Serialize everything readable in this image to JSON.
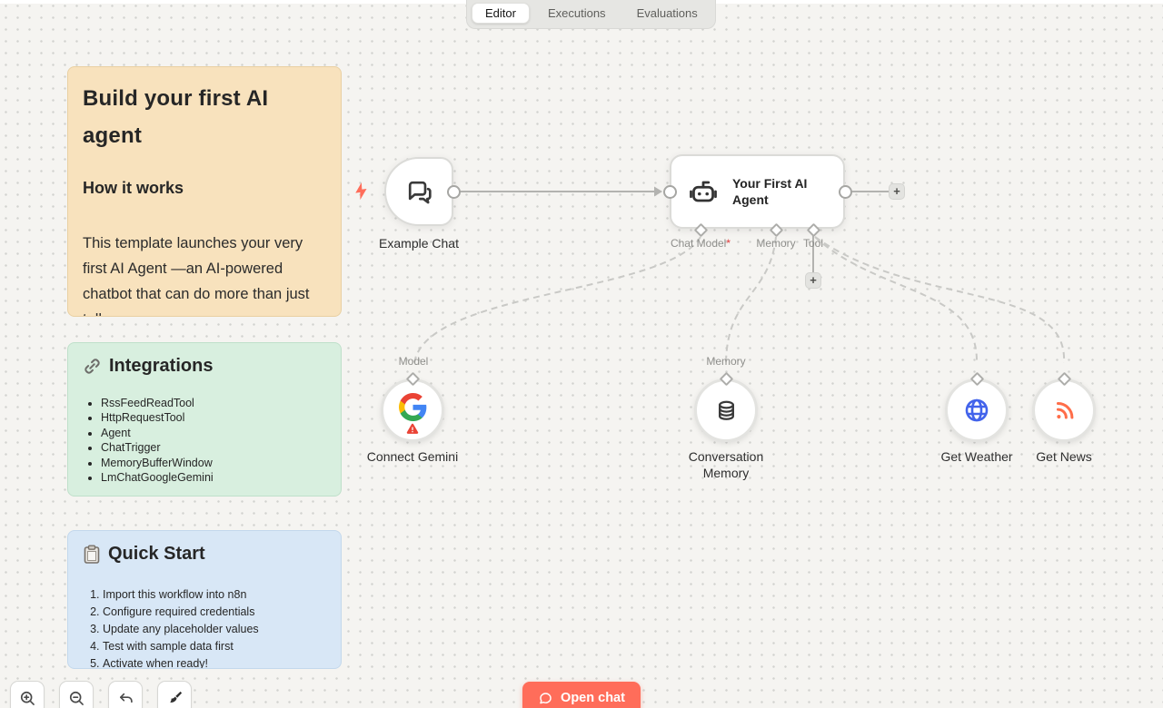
{
  "header": {
    "tabs": [
      {
        "label": "Editor",
        "active": true
      },
      {
        "label": "Executions",
        "active": false
      },
      {
        "label": "Evaluations",
        "active": false
      }
    ]
  },
  "notes": {
    "how_it_works": {
      "title": "Build your first AI agent",
      "subtitle": "How it works",
      "body": "This template launches your very first AI Agent —an AI-powered chatbot that can do more than just talk"
    },
    "integrations": {
      "icon": "link-icon",
      "title": "Integrations",
      "items": [
        "RssFeedReadTool",
        "HttpRequestTool",
        "Agent",
        "ChatTrigger",
        "MemoryBufferWindow",
        "LmChatGoogleGemini"
      ]
    },
    "quick_start": {
      "icon": "clipboard-icon",
      "title": "Quick Start",
      "steps": [
        "Import this workflow into n8n",
        "Configure required credentials",
        "Update any placeholder values",
        "Test with sample data first",
        "Activate when ready!"
      ]
    }
  },
  "canvas": {
    "trigger": {
      "label": "Example Chat",
      "icon": "chat-bubbles-icon"
    },
    "agent": {
      "label": "Your First AI Agent",
      "icon": "robot-icon"
    },
    "agent_ports": [
      {
        "label": "Chat Model",
        "required": "*"
      },
      {
        "label": "Memory",
        "required": ""
      },
      {
        "label": "Tool",
        "required": ""
      }
    ],
    "sub_nodes": [
      {
        "port_label": "Model",
        "label": "Connect Gemini",
        "icon": "google-g-icon",
        "status_icon": "warning-icon"
      },
      {
        "port_label": "Memory",
        "label": "Conversation Memory",
        "icon": "database-icon"
      },
      {
        "port_label": "",
        "label": "Get Weather",
        "icon": "globe-icon"
      },
      {
        "port_label": "",
        "label": "Get News",
        "icon": "rss-icon"
      }
    ],
    "plus": "+"
  },
  "footer": {
    "open_chat_label": "Open chat",
    "tools": [
      "zoom-in-icon",
      "zoom-out-icon",
      "undo-icon",
      "tidy-up-icon"
    ]
  },
  "colors": {
    "accent": "#ff6d5a",
    "sticky_orange": "#f8e2bd",
    "sticky_green": "#d8efdf",
    "sticky_blue": "#d8e7f6",
    "weather_blue": "#4263eb",
    "news_orange": "#ff6d49",
    "required_red": "#e03c3c"
  }
}
